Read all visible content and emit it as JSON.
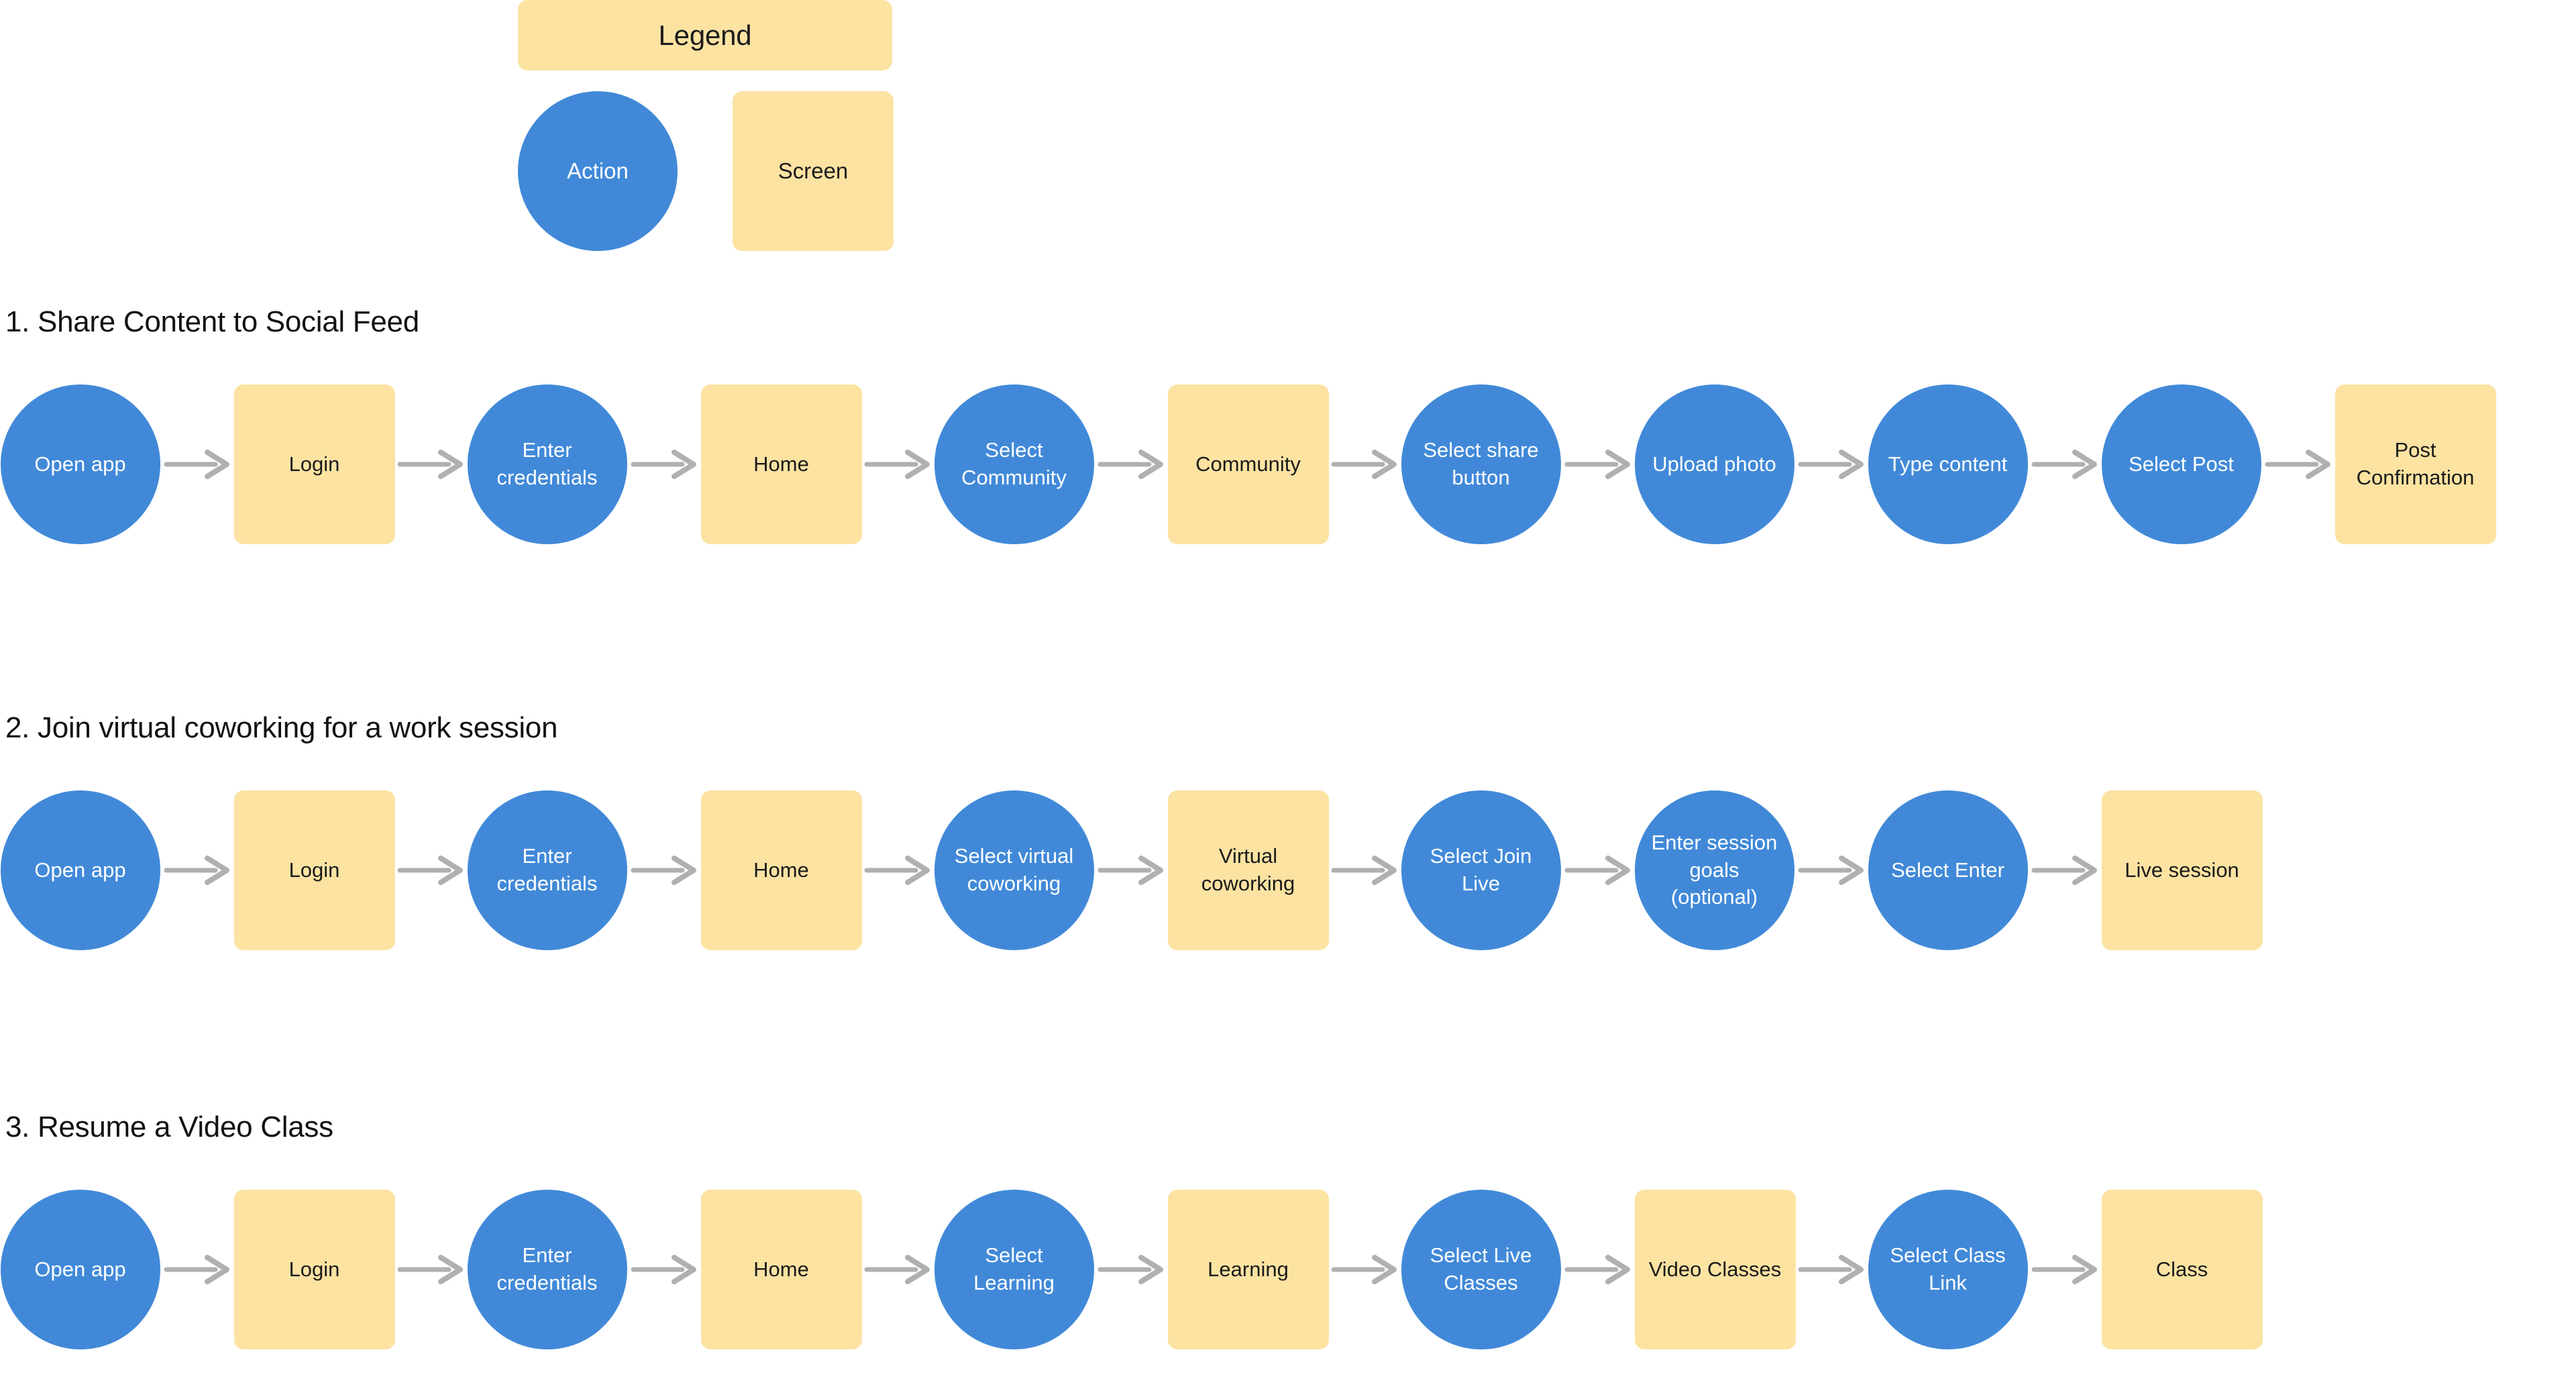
{
  "legend": {
    "title": "Legend",
    "action_label": "Action",
    "screen_label": "Screen"
  },
  "colors": {
    "action_fill": "#4189d8",
    "action_text": "#ffffff",
    "screen_fill": "#fce3a2",
    "screen_text": "#1b1b1b",
    "arrow": "#b0b0b0",
    "background": "#ffffff",
    "title_text": "#121212"
  },
  "flows": [
    {
      "title": "1. Share Content to Social Feed",
      "nodes": [
        {
          "label": "Open app",
          "type": "action"
        },
        {
          "label": "Login",
          "type": "screen"
        },
        {
          "label": "Enter credentials",
          "type": "action"
        },
        {
          "label": "Home",
          "type": "screen"
        },
        {
          "label": "Select Community",
          "type": "action"
        },
        {
          "label": "Community",
          "type": "screen"
        },
        {
          "label": "Select share button",
          "type": "action"
        },
        {
          "label": "Upload photo",
          "type": "action"
        },
        {
          "label": "Type content",
          "type": "action"
        },
        {
          "label": "Select Post",
          "type": "action"
        },
        {
          "label": "Post Confirmation",
          "type": "screen"
        }
      ]
    },
    {
      "title": "2. Join virtual coworking for a work session",
      "nodes": [
        {
          "label": "Open app",
          "type": "action"
        },
        {
          "label": "Login",
          "type": "screen"
        },
        {
          "label": "Enter credentials",
          "type": "action"
        },
        {
          "label": "Home",
          "type": "screen"
        },
        {
          "label": "Select virtual coworking",
          "type": "action"
        },
        {
          "label": "Virtual coworking",
          "type": "screen"
        },
        {
          "label": "Select Join Live",
          "type": "action"
        },
        {
          "label": "Enter session goals (optional)",
          "type": "action"
        },
        {
          "label": "Select Enter",
          "type": "action"
        },
        {
          "label": "Live session",
          "type": "screen"
        }
      ]
    },
    {
      "title": "3. Resume a Video Class",
      "nodes": [
        {
          "label": "Open app",
          "type": "action"
        },
        {
          "label": "Login",
          "type": "screen"
        },
        {
          "label": "Enter credentials",
          "type": "action"
        },
        {
          "label": "Home",
          "type": "screen"
        },
        {
          "label": "Select Learning",
          "type": "action"
        },
        {
          "label": "Learning",
          "type": "screen"
        },
        {
          "label": "Select Live Classes",
          "type": "action"
        },
        {
          "label": "Video Classes",
          "type": "screen"
        },
        {
          "label": "Select Class Link",
          "type": "action"
        },
        {
          "label": "Class",
          "type": "screen"
        }
      ]
    }
  ]
}
